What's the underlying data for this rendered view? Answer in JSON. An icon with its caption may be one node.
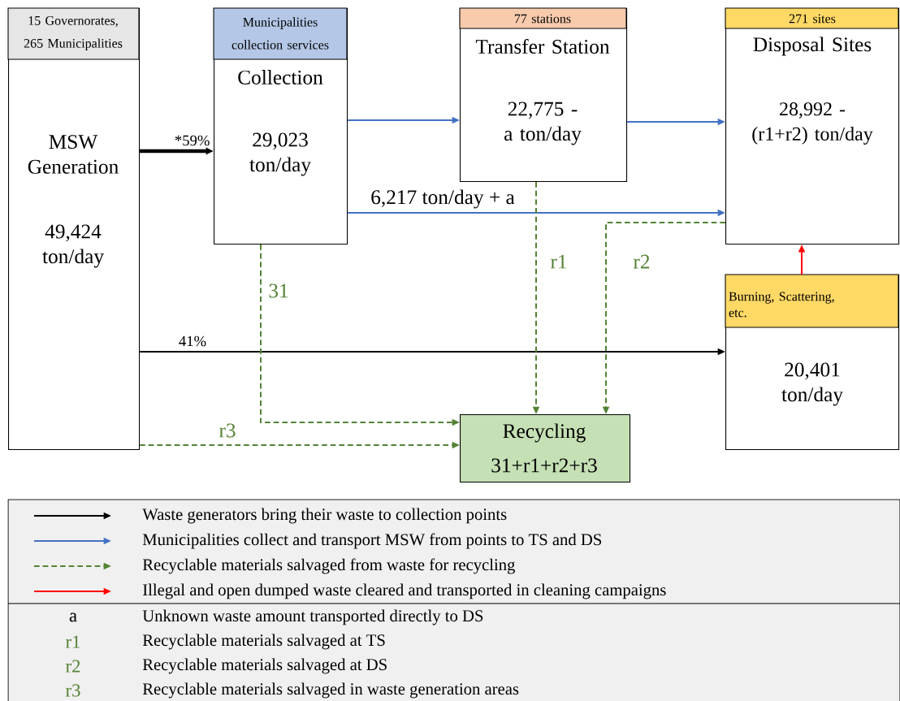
{
  "diagram": {
    "nodes": [
      {
        "text": [
          "15 Governorates, 265 Municipalities",
          "MSW Generation",
          "49,424 ton/day"
        ]
      },
      {
        "text": [
          "Municipalities collection services",
          "Collection",
          "29,023 ton/day"
        ]
      },
      {
        "text": [
          "77 stations",
          "Transfer Station",
          "22,775 - a ton/day"
        ]
      },
      {
        "text": [
          "271 sites",
          "Disposal Sites",
          "28,992 - (r1+r2) ton/day"
        ]
      },
      {
        "text": [
          "Burning, Scattering, etc.",
          "20,401 ton/day"
        ]
      },
      {
        "text": [
          "Recycling",
          "31+r1+r2+r3"
        ]
      }
    ],
    "edges": [
      {
        "from": 0,
        "to": 1,
        "arrow": "to",
        "label": "*59%",
        "style": "thick",
        "color": "#000000"
      },
      {
        "from": 1,
        "to": 2,
        "arrow": "to",
        "color": "#4472c4"
      },
      {
        "from": 2,
        "to": 3,
        "arrow": "to",
        "color": "#4472c4"
      },
      {
        "from": 1,
        "to": 3,
        "arrow": "to",
        "label": "6,217 ton/day + a",
        "color": "#4472c4"
      },
      {
        "from": 0,
        "to": 4,
        "arrow": "to",
        "label": "41%",
        "color": "#000000"
      },
      {
        "from": 4,
        "to": 3,
        "arrow": "to",
        "color": "#ff0000"
      },
      {
        "from": 1,
        "to": 5,
        "arrow": "to",
        "label": "31",
        "style": "dashed",
        "color": "#548235"
      },
      {
        "from": 2,
        "to": 5,
        "arrow": "to",
        "label": "r1",
        "style": "dashed",
        "color": "#548235"
      },
      {
        "from": 3,
        "to": 5,
        "arrow": "to",
        "label": "r2",
        "style": "dashed",
        "color": "#548235"
      },
      {
        "from": 0,
        "to": 5,
        "arrow": "to",
        "label": "r3",
        "style": "dashed",
        "color": "#548235"
      }
    ],
    "labels": [
      "a",
      "Unknown waste amount transported directly to DS",
      "r1",
      "Recyclable materials salvaged at TS",
      "r2",
      "Recyclable materials salvaged at DS",
      "r3",
      "Recyclable materials salvaged in waste generation areas"
    ],
    "legend": [
      {
        "text": "Waste generators bring their waste to collection points"
      },
      {
        "text": "Municipalities collect and transport MSW from points to TS and DS"
      },
      {
        "text": "Recyclable materials salvaged from waste for recycling"
      },
      {
        "text": "Illegal and open dumped waste cleared and transported in cleaning campaigns"
      }
    ]
  }
}
